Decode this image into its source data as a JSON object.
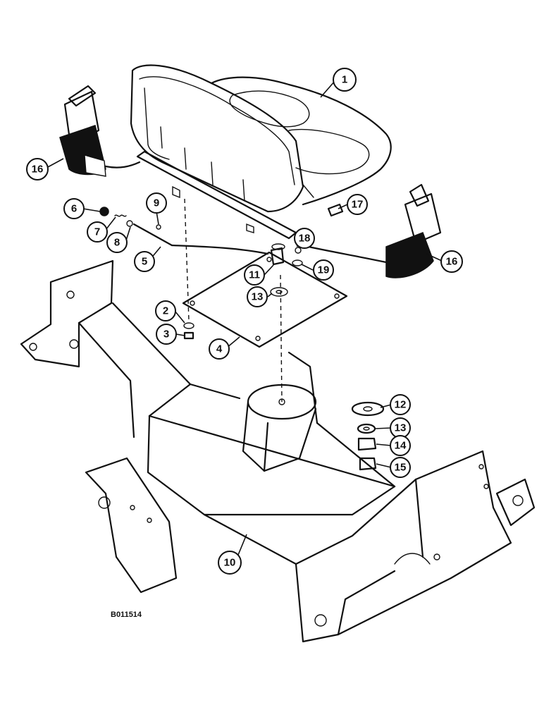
{
  "figure_code": "B011514",
  "callouts": [
    {
      "id": "c1",
      "label": "1"
    },
    {
      "id": "c2",
      "label": "2"
    },
    {
      "id": "c3",
      "label": "3"
    },
    {
      "id": "c4",
      "label": "4"
    },
    {
      "id": "c5",
      "label": "5"
    },
    {
      "id": "c6",
      "label": "6"
    },
    {
      "id": "c7",
      "label": "7"
    },
    {
      "id": "c8",
      "label": "8"
    },
    {
      "id": "c9",
      "label": "9"
    },
    {
      "id": "c10",
      "label": "10"
    },
    {
      "id": "c11",
      "label": "11"
    },
    {
      "id": "c12",
      "label": "12"
    },
    {
      "id": "c13a",
      "label": "13"
    },
    {
      "id": "c13b",
      "label": "13"
    },
    {
      "id": "c14",
      "label": "14"
    },
    {
      "id": "c15",
      "label": "15"
    },
    {
      "id": "c16a",
      "label": "16"
    },
    {
      "id": "c16b",
      "label": "16"
    },
    {
      "id": "c17",
      "label": "17"
    },
    {
      "id": "c18",
      "label": "18"
    },
    {
      "id": "c19",
      "label": "19"
    }
  ]
}
